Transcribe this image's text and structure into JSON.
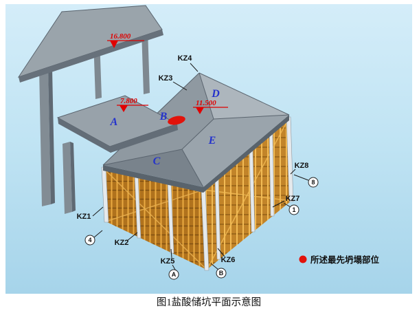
{
  "caption": "图1盐酸储坑平面示意图",
  "legend": {
    "label": "所述最先坍塌部位"
  },
  "colors": {
    "collapse_marker": "#e2130b",
    "zone_label": "#2433cc",
    "elevation_label": "#e00000",
    "scaffold_main": "#c28429",
    "roof_gray": "#8f99a1",
    "background_blue": "#b9dff1"
  },
  "elevations": {
    "canopy": "16.800",
    "platform": "7.800",
    "roof": "11.500"
  },
  "zones": {
    "A": "A",
    "B": "B",
    "C": "C",
    "D": "D",
    "E": "E"
  },
  "columns": {
    "kz1": "KZ1",
    "kz2": "KZ2",
    "kz3": "KZ3",
    "kz4": "KZ4",
    "kz5": "KZ5",
    "kz6": "KZ6",
    "kz7": "KZ7",
    "kz8": "KZ8"
  },
  "axes": {
    "b1": "4",
    "b2": "A",
    "b3": "B",
    "b4": "1",
    "b5": "8"
  }
}
